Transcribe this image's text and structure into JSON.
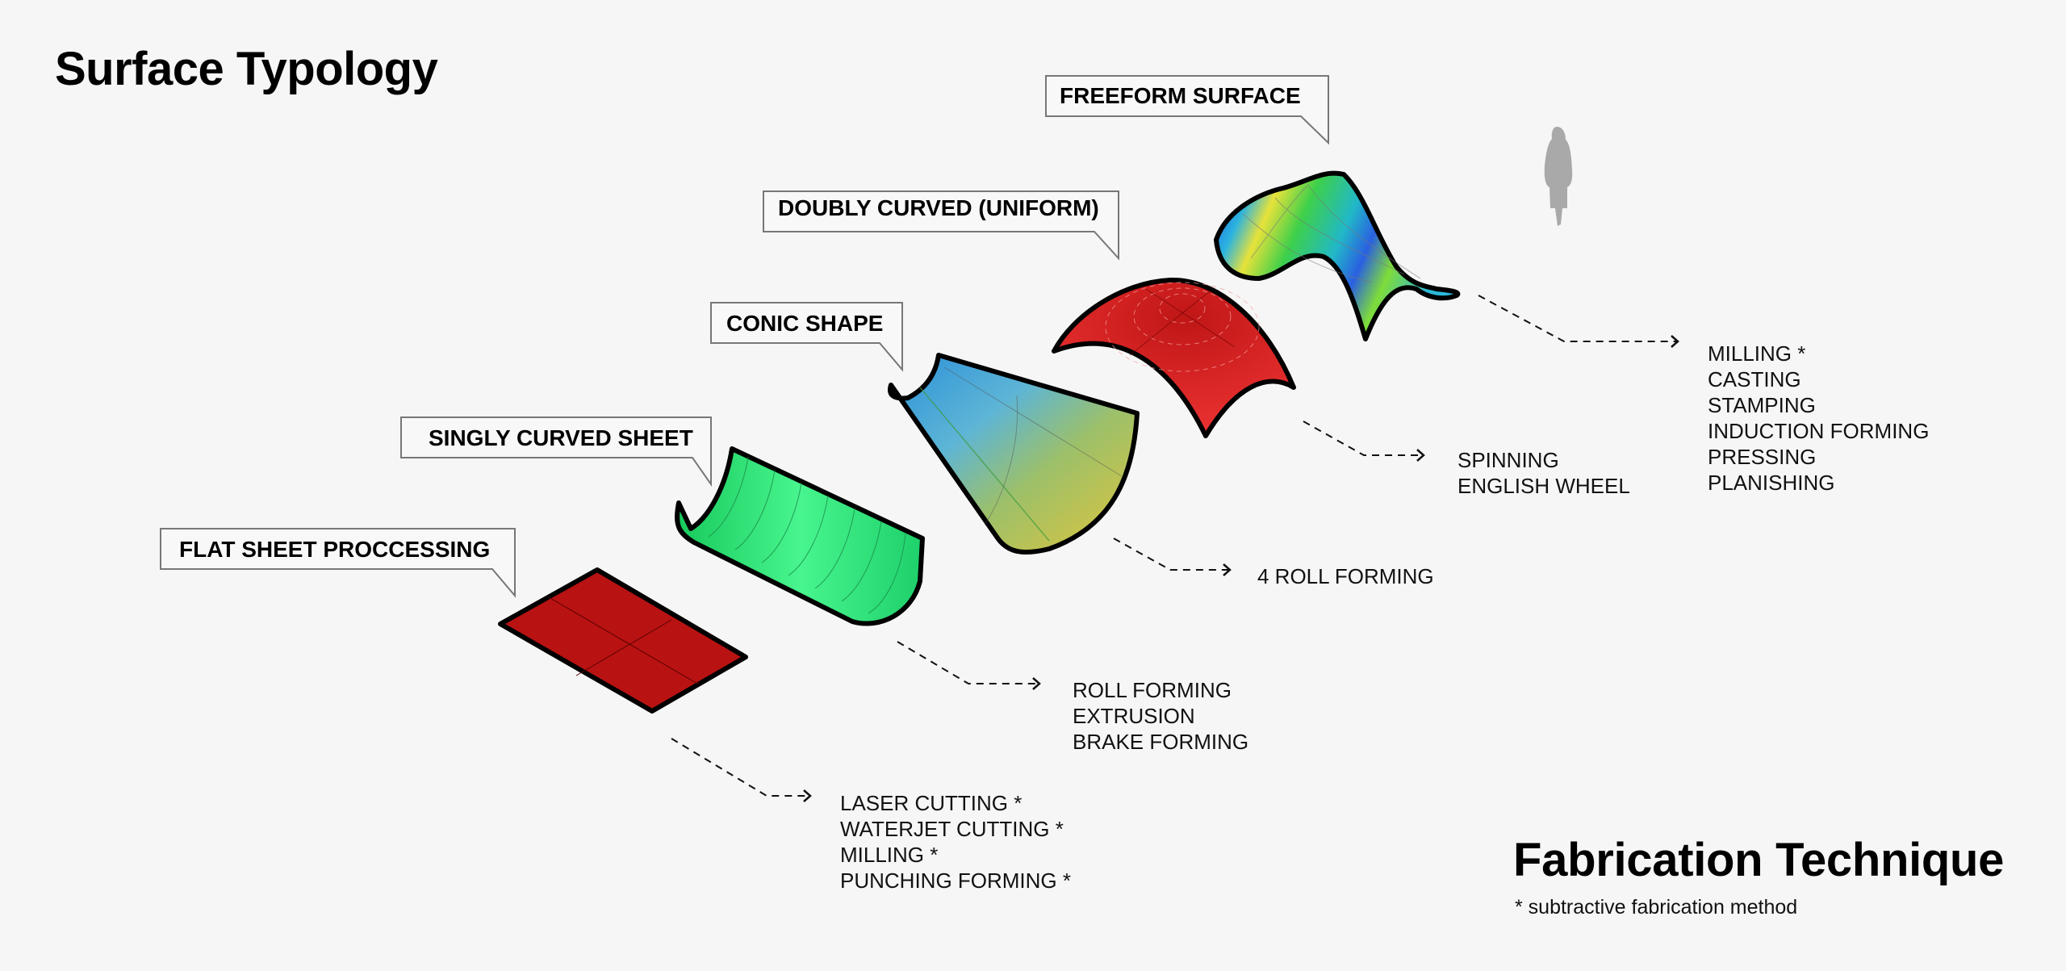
{
  "title": "Surface Typology",
  "legend": {
    "title": "Fabrication Technique",
    "note": "* subtractive fabrication method"
  },
  "colors": {
    "background": "#f6f6f6",
    "flat_sheet": "#b91212",
    "singly_curved": "#2fe07a",
    "doubly_curved": "#d81b1b",
    "outline": "#000000",
    "person_silhouette": "#a9a9a9"
  },
  "surfaces": [
    {
      "id": "flat",
      "label": "FLAT SHEET PROCCESSING",
      "techniques": [
        "LASER CUTTING *",
        "WATERJET CUTTING *",
        "MILLING *",
        "PUNCHING FORMING *"
      ]
    },
    {
      "id": "singly",
      "label": "SINGLY CURVED SHEET",
      "techniques": [
        "ROLL FORMING",
        "EXTRUSION",
        "BRAKE FORMING"
      ]
    },
    {
      "id": "conic",
      "label": "CONIC SHAPE",
      "techniques": [
        "4 ROLL FORMING"
      ]
    },
    {
      "id": "doubly",
      "label": "DOUBLY CURVED (UNIFORM)",
      "techniques": [
        "SPINNING",
        "ENGLISH WHEEL"
      ]
    },
    {
      "id": "freeform",
      "label": "FREEFORM SURFACE",
      "techniques": [
        "MILLING *",
        "CASTING",
        "STAMPING",
        "INDUCTION FORMING",
        "PRESSING",
        "PLANISHING"
      ]
    }
  ],
  "scale_figure": "person-silhouette"
}
